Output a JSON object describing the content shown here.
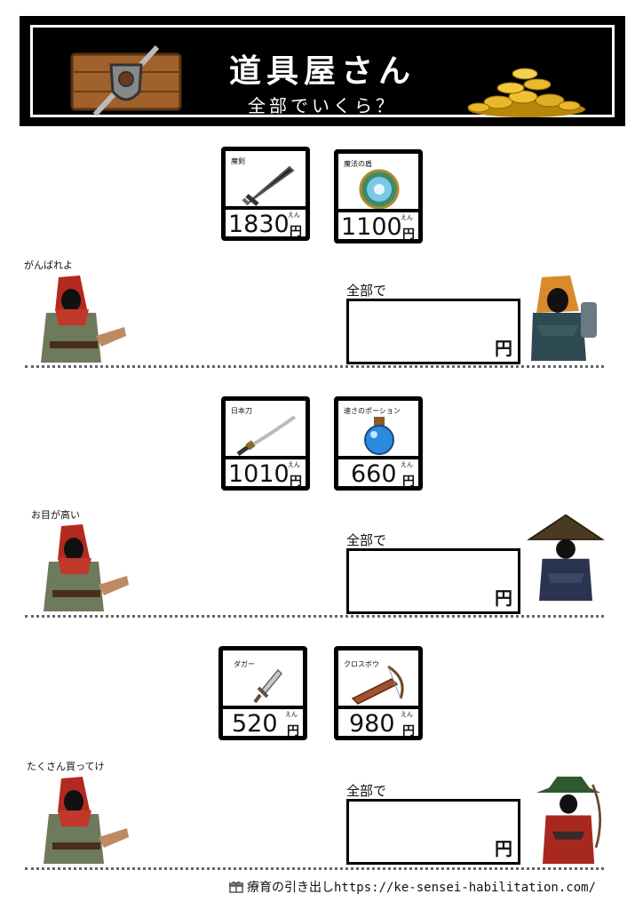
{
  "header": {
    "title": "道具屋さん",
    "subtitle": "全部でいくら？",
    "colors": {
      "background": "#000000",
      "text": "#ffffff",
      "gold": "#d9a520",
      "wood": "#a0612c"
    }
  },
  "sections": [
    {
      "speech": "がんばれよ",
      "total_label": "全部で",
      "unit": "円",
      "items": [
        {
          "name": "魔剣",
          "price": "1830",
          "unit": "円",
          "reading": "えん",
          "icon": "dark-sword-icon"
        },
        {
          "name": "魔法の盾",
          "price": "1100",
          "unit": "円",
          "reading": "えん",
          "icon": "magic-shield-icon"
        }
      ],
      "customer_icon": "hooded-adventurer-icon"
    },
    {
      "speech": "お目が高い",
      "total_label": "全部で",
      "unit": "円",
      "items": [
        {
          "name": "日本刀",
          "price": "1010",
          "unit": "円",
          "reading": "えん",
          "icon": "katana-icon"
        },
        {
          "name": "速さのポーション",
          "price": "660",
          "unit": "円",
          "reading": "えん",
          "icon": "potion-icon"
        }
      ],
      "customer_icon": "ninja-straw-hat-icon"
    },
    {
      "speech": "たくさん買ってけ",
      "total_label": "全部で",
      "unit": "円",
      "items": [
        {
          "name": "ダガー",
          "price": "520",
          "unit": "円",
          "reading": "えん",
          "icon": "dagger-icon"
        },
        {
          "name": "クロスボウ",
          "price": "980",
          "unit": "円",
          "reading": "えん",
          "icon": "crossbow-icon"
        }
      ],
      "customer_icon": "ranger-green-hat-icon"
    }
  ],
  "footer": {
    "text": "療育の引き出しhttps://ke-sensei-habilitation.com/",
    "icon": "gift-icon"
  }
}
